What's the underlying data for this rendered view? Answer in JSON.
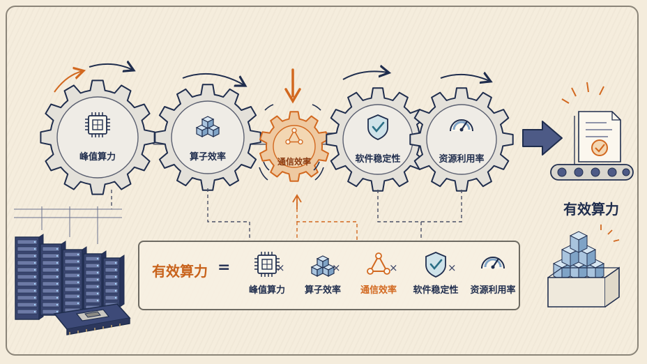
{
  "gears": [
    {
      "label": "峰值算力",
      "icon": "chip-icon"
    },
    {
      "label": "算子效率",
      "icon": "cubes-icon"
    },
    {
      "label": "通信效率",
      "icon": "network-triangle-icon",
      "highlight": true
    },
    {
      "label": "软件稳定性",
      "icon": "shield-check-icon"
    },
    {
      "label": "资源利用率",
      "icon": "gauge-icon"
    }
  ],
  "result": {
    "label": "有效算力"
  },
  "formula": {
    "title": "有效算力",
    "equals": "=",
    "times": "×",
    "terms": [
      {
        "label": "峰值算力",
        "icon": "chip-icon"
      },
      {
        "label": "算子效率",
        "icon": "cubes-icon"
      },
      {
        "label": "通信效率",
        "icon": "network-triangle-icon",
        "highlight": true
      },
      {
        "label": "软件稳定性",
        "icon": "shield-check-icon"
      },
      {
        "label": "资源利用率",
        "icon": "gauge-icon"
      }
    ]
  },
  "colors": {
    "ink": "#1f2d4d",
    "accent": "#d2681f",
    "gear_fill": "#e4e1da",
    "highlight_gear_fill": "#eec9a1",
    "background": "#f4ecdc"
  }
}
